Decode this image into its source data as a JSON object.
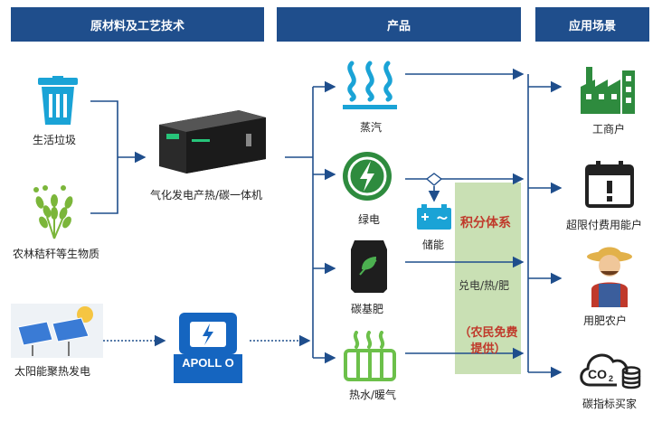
{
  "headers": {
    "materials": "原材料及工艺技术",
    "products": "产品",
    "scenarios": "应用场景"
  },
  "inputs": {
    "garbage": "生活垃圾",
    "biomass": "农林秸秆等生物质",
    "solar": "太阳能聚热发电"
  },
  "machine": {
    "label": "气化发电产热/碳一体机",
    "apollo_label": "APOLL O"
  },
  "products": {
    "steam": "蒸汽",
    "electricity": "绿电",
    "storage": "储能",
    "fertilizer": "碳基肥",
    "hot_water": "热水/暖气"
  },
  "band": {
    "points_system": "积分体系",
    "redeem": "兑电/热/肥",
    "free_note": "（农民免费提供）"
  },
  "scenarios": {
    "commercial": "工商户",
    "over_limit": "超限付费用能户",
    "fertilizer_farmer": "用肥农户",
    "carbon_buyer": "碳指标买家"
  },
  "colors": {
    "header_bg": "#1f4e8c",
    "line": "#1f4e8c",
    "green": "#2e8b3e",
    "band": "#c9e0b4",
    "red": "#c0392b"
  }
}
